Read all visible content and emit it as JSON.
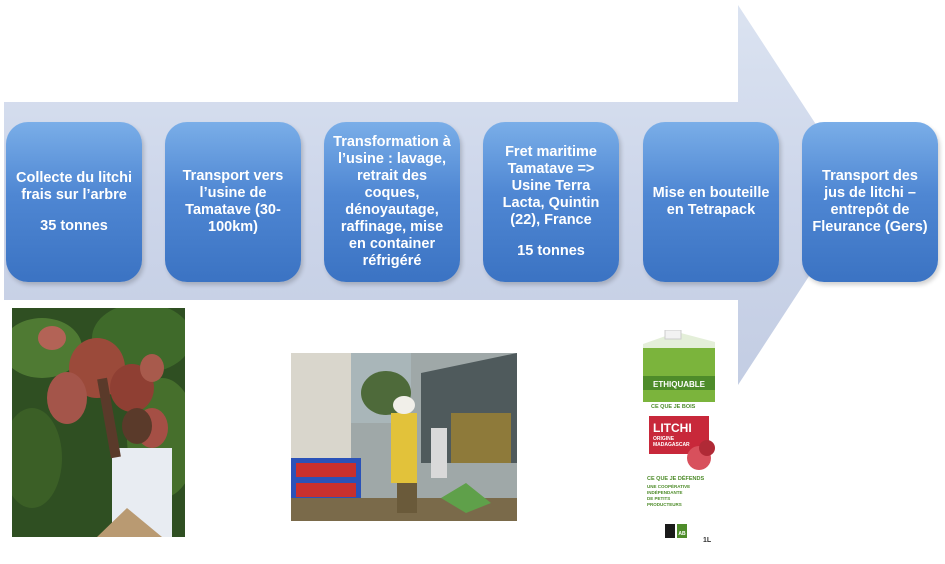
{
  "steps": [
    {
      "label": "Collecte du litchi frais sur l’arbre",
      "quantity": "35 tonnes"
    },
    {
      "label": "Transport vers l’usine de Tamatave (30-100km)",
      "quantity": ""
    },
    {
      "label": "Transformation à l’usine : lavage, retrait des coques, dénoyautage, raffinage, mise en container réfrigéré",
      "quantity": ""
    },
    {
      "label": "Fret maritime Tamatave => Usine Terra Lacta, Quintin (22), France",
      "quantity": "15 tonnes"
    },
    {
      "label": "Mise en bouteille en Tetrapack",
      "quantity": ""
    },
    {
      "label": "Transport des jus de litchi – entrepôt de Fleurance (Gers)",
      "quantity": ""
    }
  ],
  "package": {
    "brand": "ETHIQUABLE",
    "tagline_top": "CE QUE JE BOIS",
    "product": "LITCHI",
    "origin_line1": "ORIGINE",
    "origin_line2": "MADAGASCAR",
    "tagline_bottom": "CE QUE JE DÉFENDS",
    "coop_line1": "UNE COOPÉRATIVE",
    "coop_line2": "INDÉPENDANTE",
    "coop_line3": "DE PETITS",
    "coop_line4": "PRODUCTEURS",
    "volume": "1L",
    "organic_label": "AB"
  },
  "colors": {
    "arrow_fill": "#cfd8ea",
    "step_fill": "#4f87d3",
    "pack_green": "#7bb43c",
    "pack_red": "#c8283a"
  }
}
